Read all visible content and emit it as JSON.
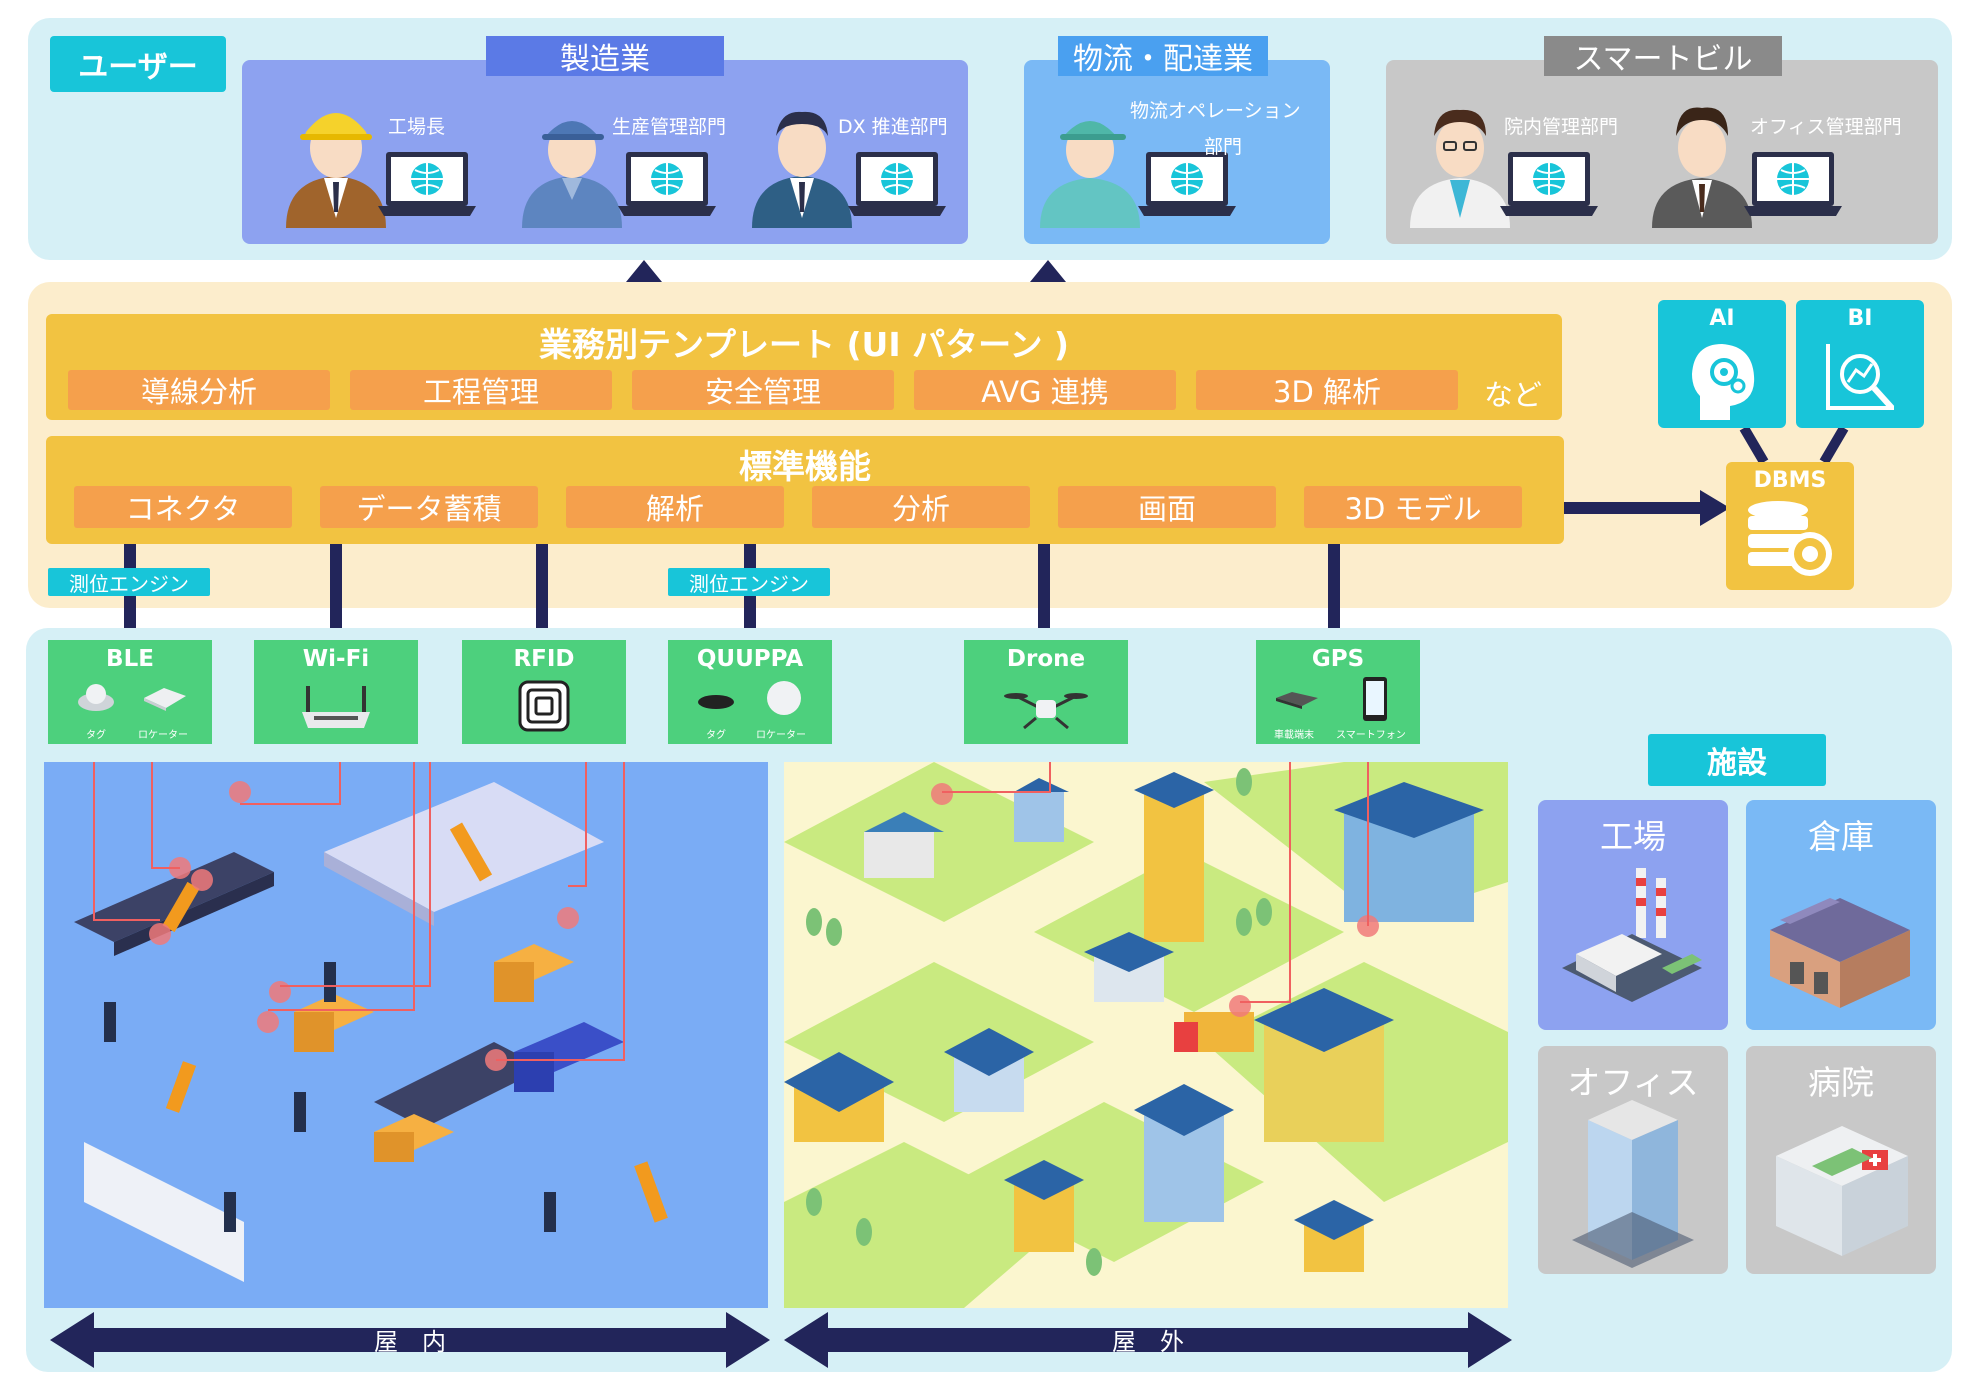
{
  "users_label": "ユーザー",
  "user_groups": [
    {
      "title": "製造業",
      "members": [
        {
          "label": "工場長"
        },
        {
          "label": "生産管理部門"
        },
        {
          "label": "DX 推進部門"
        }
      ]
    },
    {
      "title": "物流・配達業",
      "members": [
        {
          "label": "物流オペレーション",
          "label2": "部門"
        }
      ]
    },
    {
      "title": "スマートビル",
      "members": [
        {
          "label": "院内管理部門"
        },
        {
          "label": "オフィス管理部門"
        }
      ]
    }
  ],
  "templates": {
    "title": "業務別テンプレート (UI パターン )",
    "items": [
      "導線分析",
      "工程管理",
      "安全管理",
      "AVG 連携",
      "3D 解析"
    ],
    "etc": "など"
  },
  "standard": {
    "title": "標準機能",
    "items": [
      "コネクタ",
      "データ蓄積",
      "解析",
      "分析",
      "画面",
      "3D モデル"
    ]
  },
  "analytics": {
    "ai": "AI",
    "bi": "BI",
    "dbms": "DBMS"
  },
  "positioning_engine": "測位エンジン",
  "devices": [
    {
      "name": "BLE",
      "subs": [
        "タグ",
        "ロケーター"
      ]
    },
    {
      "name": "Wi-Fi",
      "subs": []
    },
    {
      "name": "RFID",
      "subs": []
    },
    {
      "name": "QUUPPA",
      "subs": [
        "タグ",
        "ロケーター"
      ]
    },
    {
      "name": "Drone",
      "subs": []
    },
    {
      "name": "GPS",
      "subs": [
        "車載端末",
        "スマートフォン"
      ]
    }
  ],
  "facilities": {
    "title": "施設",
    "items": [
      "工場",
      "倉庫",
      "オフィス",
      "病院"
    ]
  },
  "zones": {
    "indoor": "屋　内",
    "outdoor": "屋　外"
  },
  "colors": {
    "manufacturing": "#8da2f0",
    "manufacturing_tag": "#5b7ae6",
    "logistics": "#7ab9f5",
    "logistics_tag": "#4aa0f0",
    "smartbuilding": "#c8c8c8",
    "smartbuilding_tag": "#8a8a8a",
    "accent_cyan": "#18c5d9",
    "device_green": "#4dd07d",
    "navy": "#22255a"
  }
}
